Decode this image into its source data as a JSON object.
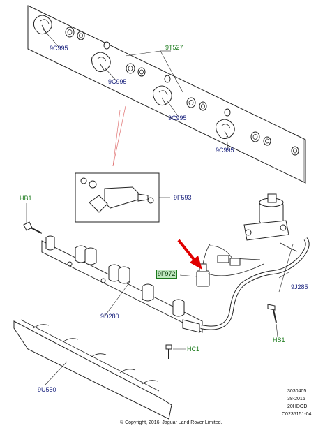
{
  "labels": {
    "l_9c995_a": "9C995",
    "l_9c995_b": "9C995",
    "l_9c995_c": "9C995",
    "l_9c995_d": "9C995",
    "l_9t527": "9T527",
    "l_9f593": "9F593",
    "l_hb1": "HB1",
    "l_9f972": "9F972",
    "l_9j285": "9J285",
    "l_9d280": "9D280",
    "l_hs1": "HS1",
    "l_hc1": "HC1",
    "l_9u550": "9U550"
  },
  "reference": {
    "line1": "3030405",
    "line2": "38-2016",
    "line3": "20HDOD",
    "line4": "C0235151-04"
  },
  "copyright": "© Copyright, 2016, Jaguar Land Rover Limited.",
  "colors": {
    "label_blue": "#1a237e",
    "label_green": "#1b7a1b",
    "highlight": "#bfe8bf",
    "arrow_red": "#e00000",
    "leader_red": "#e07070"
  }
}
